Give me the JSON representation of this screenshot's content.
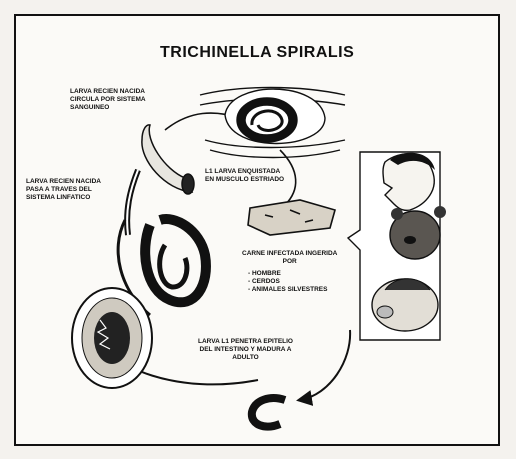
{
  "title": "TRICHINELLA SPIRALIS",
  "labels": {
    "larva_circula": [
      "LARVA RECIEN NACIDA",
      "CIRCULA POR SISTEMA",
      "SANGUINEO"
    ],
    "larva_linfatico": [
      "LARVA RECIEN NACIDA",
      "PASA A TRAVES DEL",
      "SISTEMA LINFATICO"
    ],
    "l1_enquistada": [
      "L1 LARVA ENQUISTADA",
      "EN MUSCULO ESTRIADO"
    ],
    "carne_infectada": [
      "CARNE INFECTADA INGERIDA",
      "POR"
    ],
    "hosts": [
      "HOMBRE",
      "CERDOS",
      "ANIMALES SILVESTRES"
    ],
    "larva_penetra": [
      "LARVA L1 PENETRA EPITELIO",
      "DEL INTESTINO Y MADURA A",
      "ADULTO"
    ]
  },
  "colors": {
    "ink": "#111111",
    "paper": "#fbfaf7"
  }
}
